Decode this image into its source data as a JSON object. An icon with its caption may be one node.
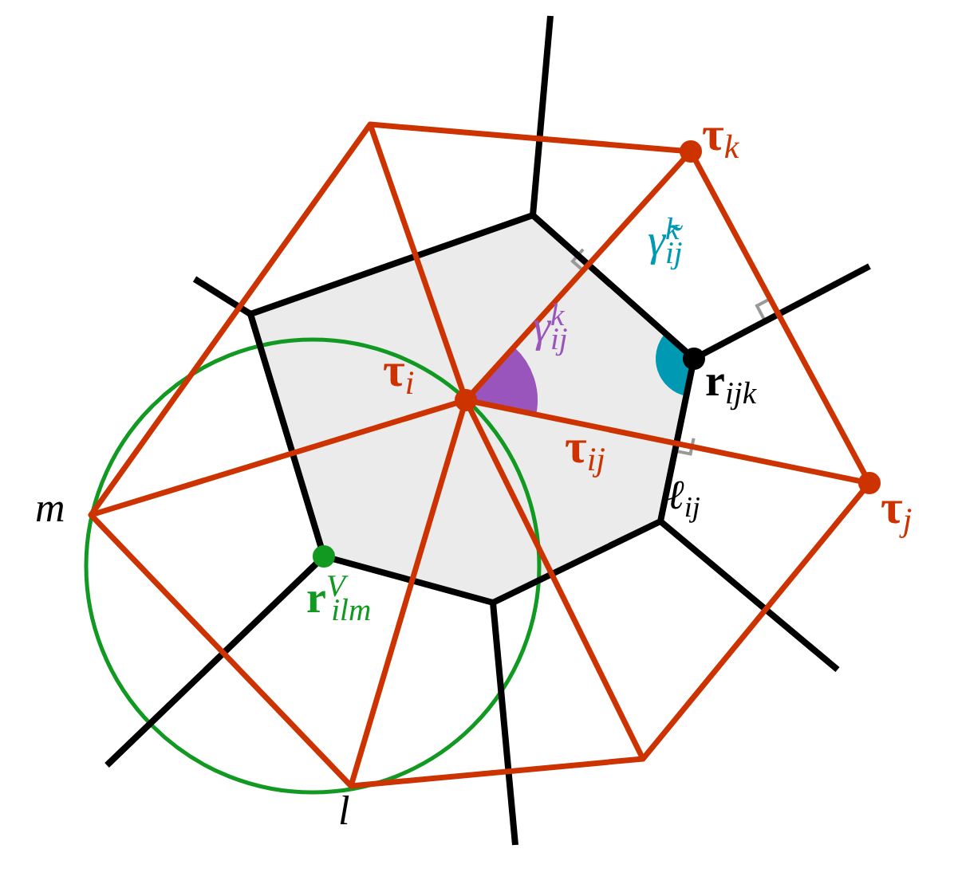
{
  "diagram": {
    "labels": [
      "**τ**$_{k}$",
      "γ̃$^{k}$$_{ij}$",
      "**τ**$_{i}$",
      "γ$^{k}$$_{ij}$",
      "**r**$_{ijk}$",
      "**τ**$_{ij}$",
      "ℓ$_{ij}$",
      "**τ**$_{j}$",
      "m",
      "**r**$^{V}$$_{ilm}$",
      "l"
    ]
  }
}
